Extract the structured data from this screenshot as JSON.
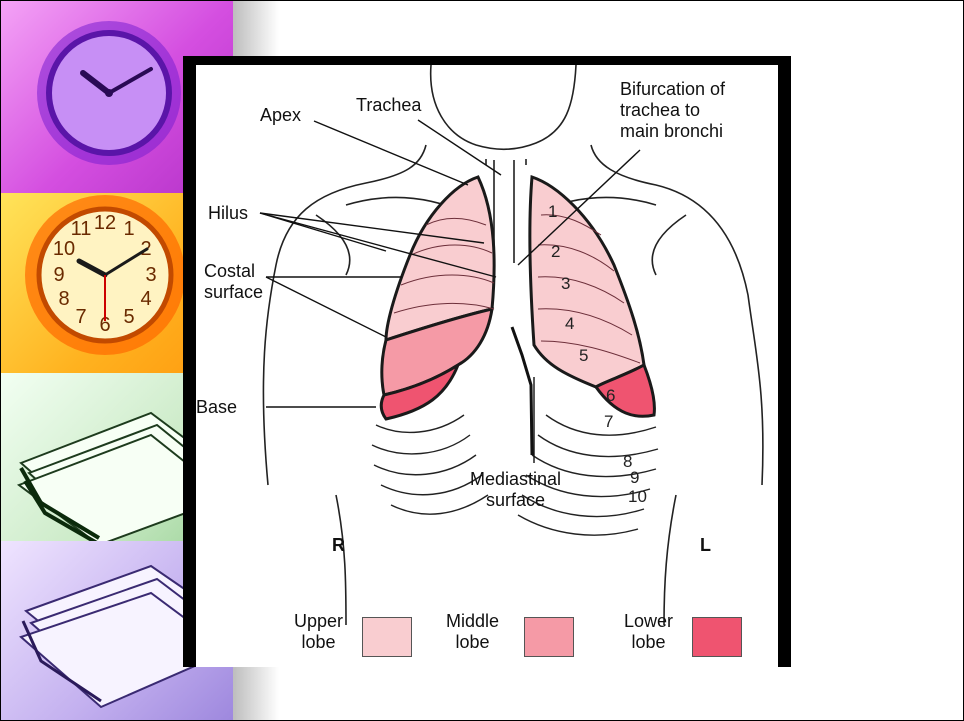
{
  "labels": {
    "apex": "Apex",
    "trachea": "Trachea",
    "bifurcation": "Bifurcation of\ntrachea to\nmain bronchi",
    "hilus": "Hilus",
    "costal": "Costal\nsurface",
    "base": "Base",
    "mediastinal": "Mediastinal\nsurface",
    "right": "R",
    "left": "L"
  },
  "rib_numbers": [
    "1",
    "2",
    "3",
    "4",
    "5",
    "6",
    "7",
    "8",
    "9",
    "10"
  ],
  "legend": [
    {
      "label": "Upper\nlobe",
      "color": "#f9cdd0"
    },
    {
      "label": "Middle\nlobe",
      "color": "#f59aa6"
    },
    {
      "label": "Lower\nlobe",
      "color": "#ef5470"
    }
  ],
  "colors": {
    "upper_lobe": "#f9cdd0",
    "middle_lobe": "#f59aa6",
    "lower_lobe": "#ef5470",
    "frame": "#000000"
  },
  "decor_icons": [
    "clock-purple-icon",
    "clock-orange-icon",
    "papers-green-icon",
    "papers-purple-icon"
  ]
}
